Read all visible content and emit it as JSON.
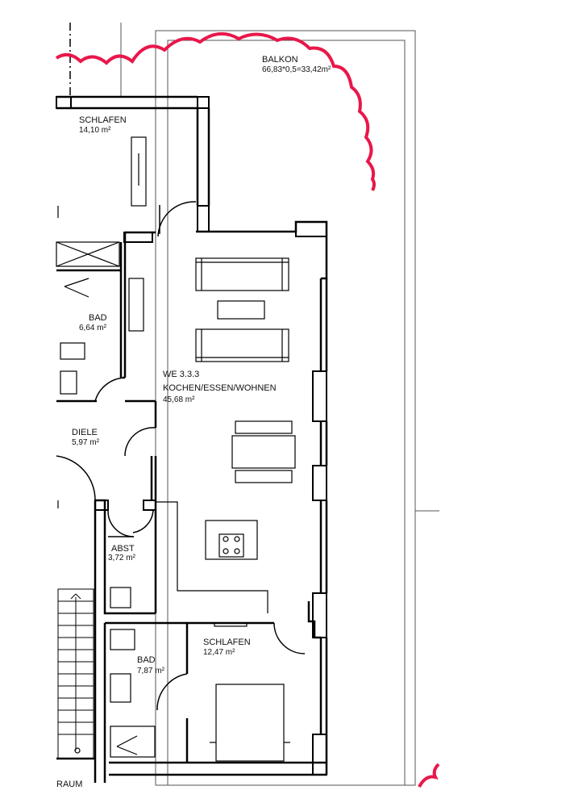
{
  "rooms": {
    "balkon": {
      "name": "BALKON",
      "area": "66,83*0,5=33,42m²"
    },
    "schlafen_top": {
      "name": "SCHLAFEN",
      "area": "14,10 m²"
    },
    "bad_top": {
      "name": "BAD",
      "area": "6,64 m²"
    },
    "wohnen": {
      "unit": "WE 3.3.3",
      "name": "KOCHEN/ESSEN/WOHNEN",
      "area": "45,68 m²"
    },
    "diele": {
      "name": "DIELE",
      "area": "5,97 m²"
    },
    "abst": {
      "name": "ABST",
      "area": "3,72 m²"
    },
    "bad_bottom": {
      "name": "BAD",
      "area": "7,87 m²"
    },
    "schlafen_bottom": {
      "name": "SCHLAFEN",
      "area": "12,47 m²"
    },
    "raum": {
      "name": "RAUM"
    }
  },
  "colors": {
    "wall": "#000000",
    "line": "#333333",
    "revision_cloud": "#e8174a"
  }
}
